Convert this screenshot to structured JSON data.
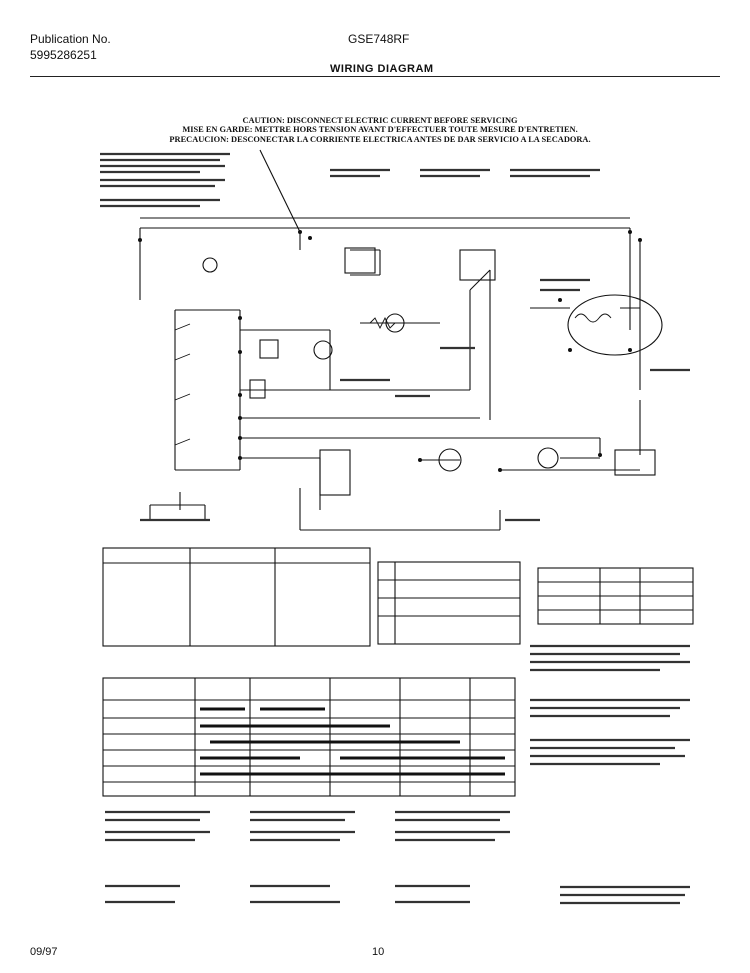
{
  "header": {
    "publication_label": "Publication No.",
    "publication_number": "5995286251",
    "model": "GSE748RF",
    "title": "WIRING DIAGRAM"
  },
  "caution": {
    "line1": "CAUTION: DISCONNECT ELECTRIC CURRENT BEFORE SERVICING",
    "line2": "MISE EN GARDE: METTRE HORS TENSION AVANT D'EFFECTUER TOUTE MESURE D'ENTRETIEN.",
    "line3": "PRECAUCION: DESCONECTAR LA CORRIENTE ELECTRICA ANTES DE DAR SERVICIO A LA SECADORA."
  },
  "footer": {
    "date": "09/97",
    "page": "10"
  }
}
